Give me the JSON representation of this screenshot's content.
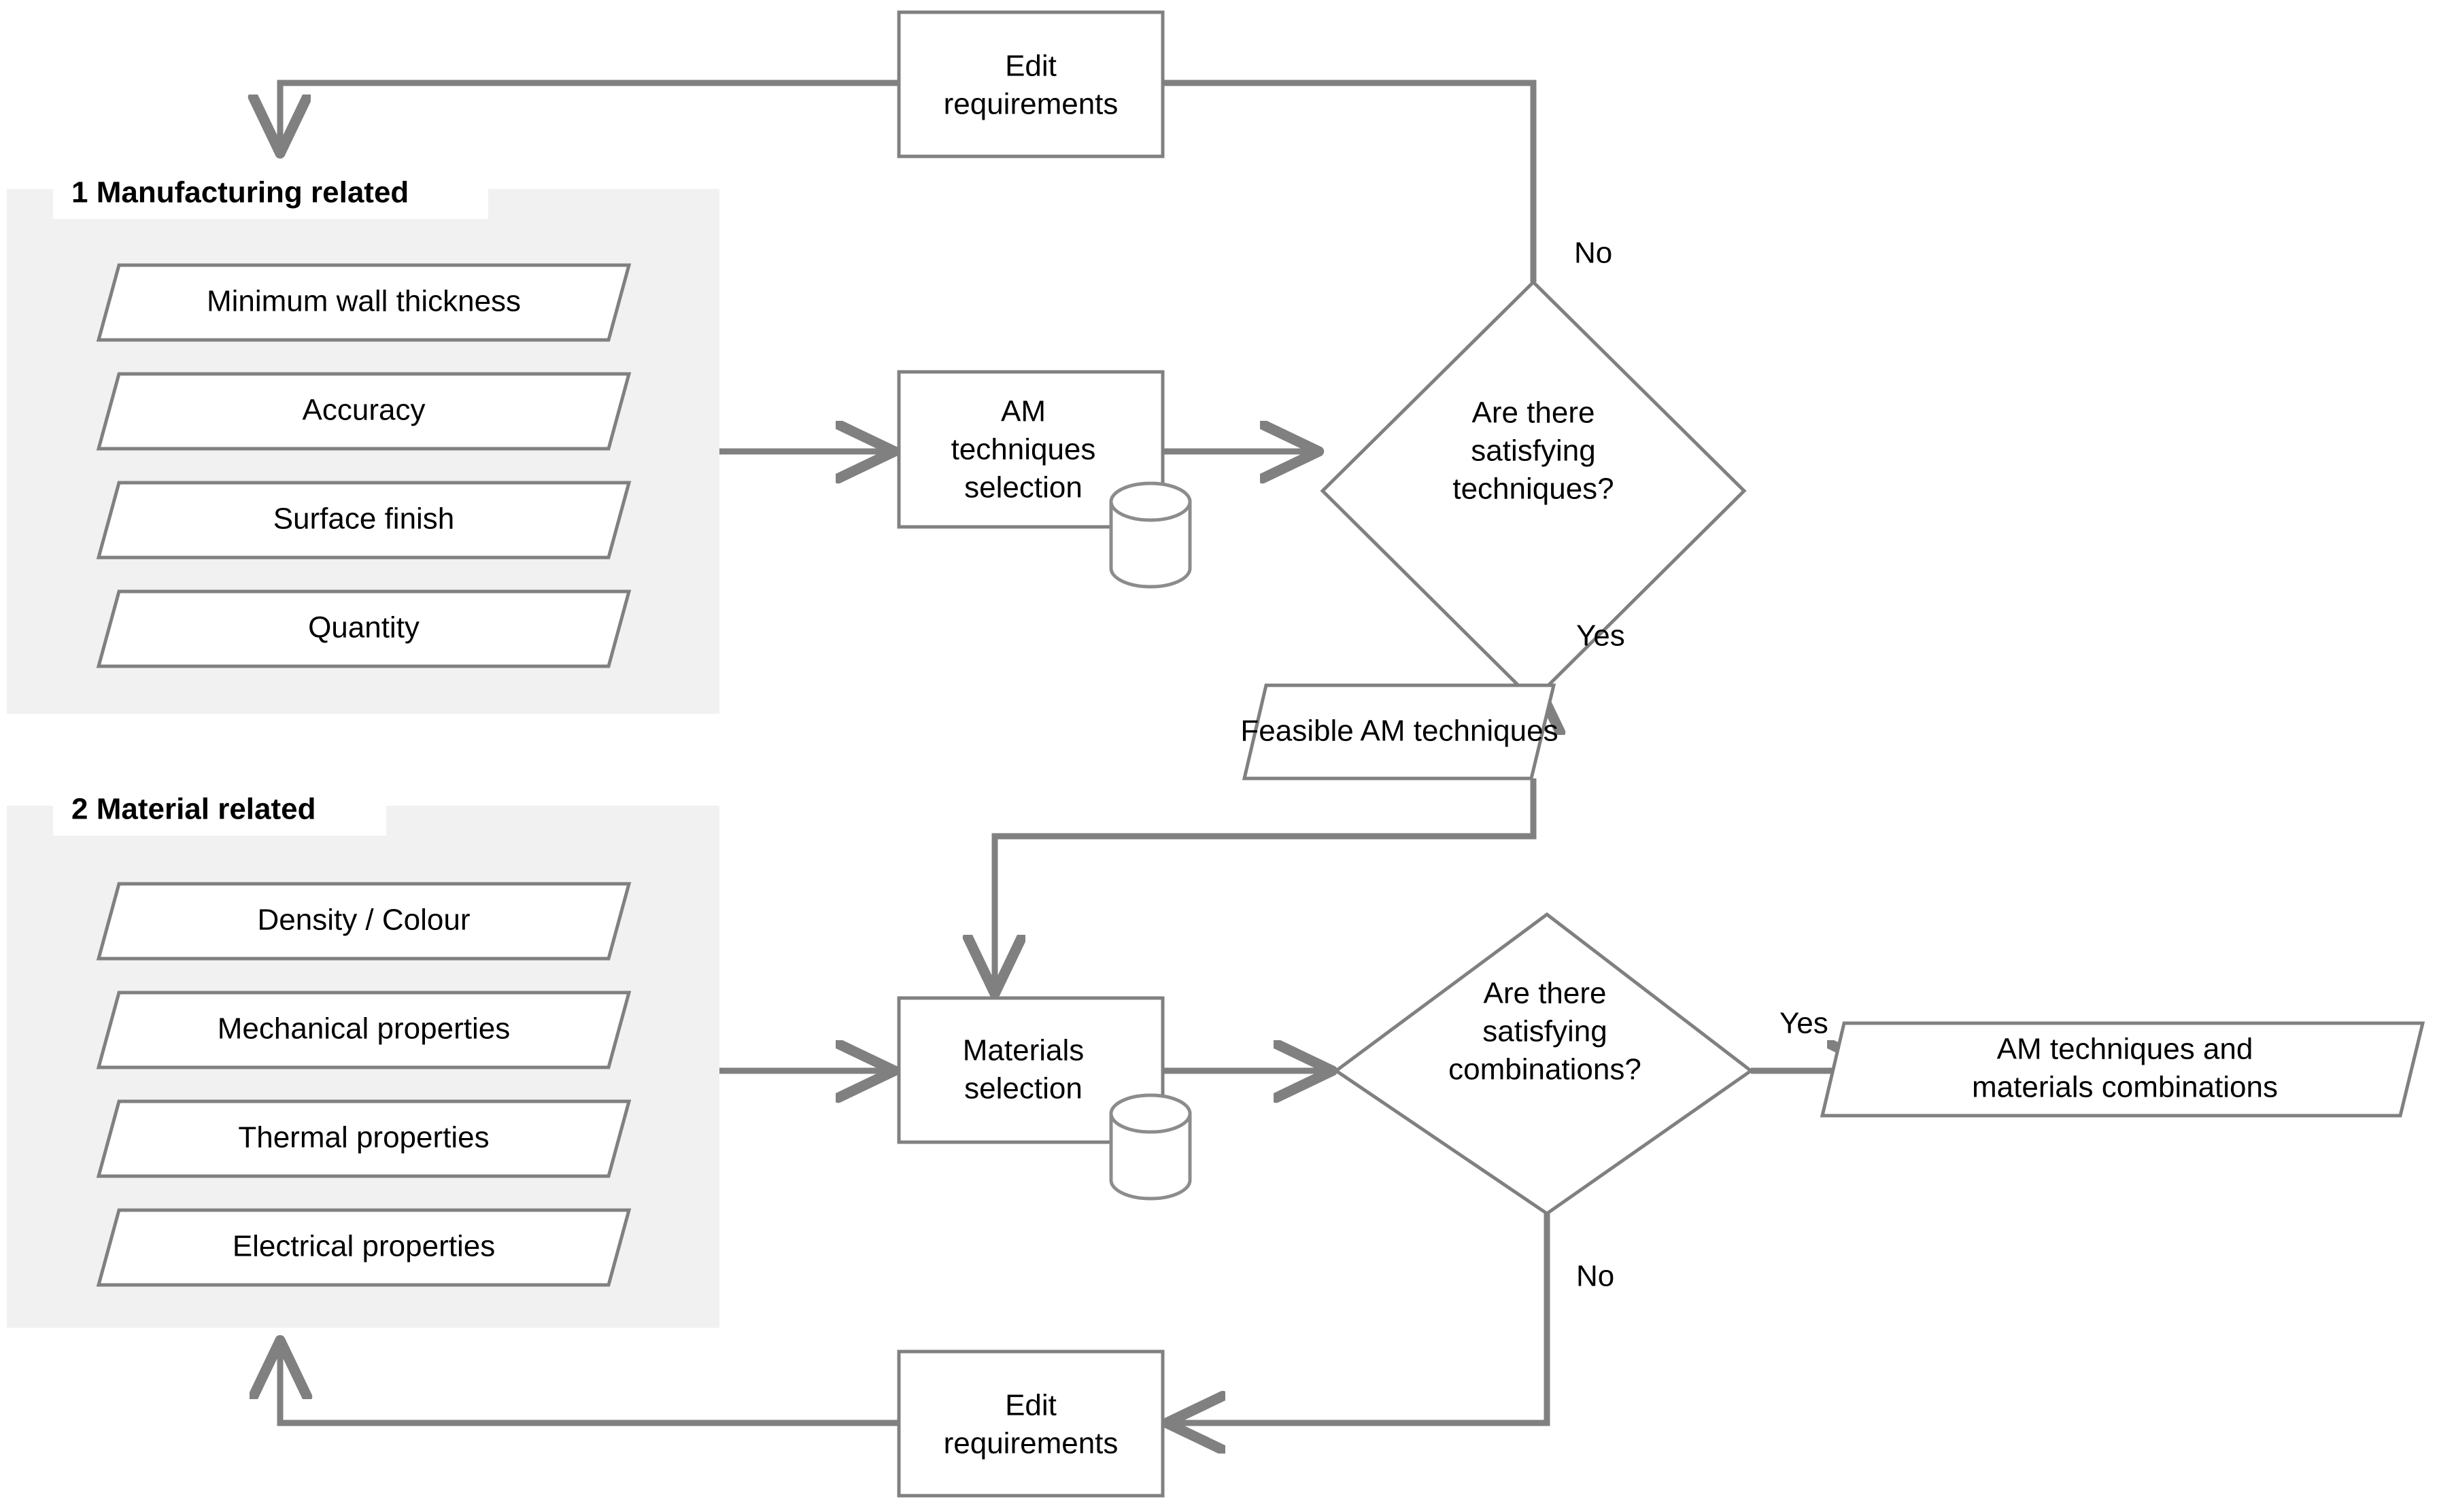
{
  "diagram": {
    "title": "AM technique and material selection flowchart",
    "colors": {
      "stroke": "#808080",
      "shape_fill": "#ffffff",
      "group_background": "#f1f1f1",
      "text": "#000000"
    },
    "groups": [
      {
        "id": "group-manufacturing",
        "label": "1 Manufacturing related"
      },
      {
        "id": "group-material",
        "label": "2 Material related"
      }
    ],
    "manufacturing_criteria": [
      {
        "label": "Minimum wall thickness"
      },
      {
        "label": "Accuracy"
      },
      {
        "label": "Surface finish"
      },
      {
        "label": "Quantity"
      }
    ],
    "material_criteria": [
      {
        "label": "Density / Colour"
      },
      {
        "label": "Mechanical properties"
      },
      {
        "label": "Thermal properties"
      },
      {
        "label": "Electrical properties"
      }
    ],
    "processes": {
      "edit_requirements_top": {
        "line1": "Edit",
        "line2": "requirements"
      },
      "edit_requirements_bottom": {
        "line1": "Edit",
        "line2": "requirements"
      },
      "am_selection": {
        "line1": "AM",
        "line2": "techniques",
        "line3": "selection"
      },
      "materials_selection": {
        "line1": "Materials",
        "line2": "selection"
      }
    },
    "decisions": {
      "techniques": {
        "line1": "Are there",
        "line2": "satisfying",
        "line3": "techniques?"
      },
      "combinations": {
        "line1": "Are there",
        "line2": "satisfying",
        "line3": "combinations?"
      }
    },
    "outputs": {
      "feasible": {
        "label": "Feasible AM techniques"
      },
      "final": {
        "line1": "AM techniques and",
        "line2": "materials combinations"
      }
    },
    "edge_labels": {
      "techniques_no": "No",
      "techniques_yes": "Yes",
      "combinations_yes": "Yes",
      "combinations_no": "No"
    }
  }
}
